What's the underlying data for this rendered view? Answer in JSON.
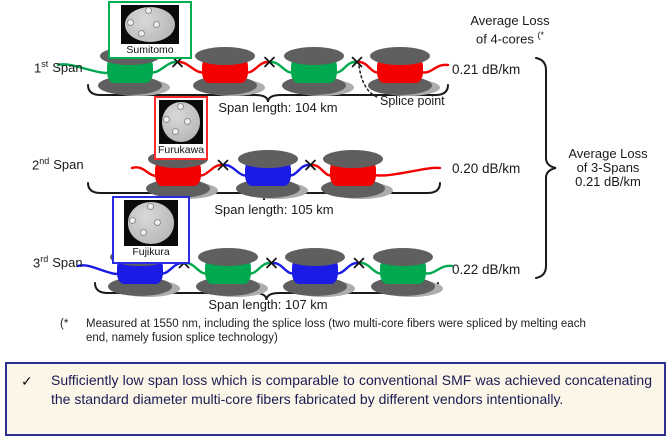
{
  "diagram": {
    "spans": [
      {
        "label_num": "1",
        "label_sup": "st",
        "label_word": "Span",
        "vendor": "Sumitomo",
        "vendor_border": "#00B050",
        "spools": [
          "green",
          "red",
          "green",
          "red"
        ],
        "span_length": "Span length: 104 km",
        "loss": "0.21 dB/km"
      },
      {
        "label_num": "2",
        "label_sup": "nd",
        "label_word": "Span",
        "vendor": "Furukawa",
        "vendor_border": "#FF2A2A",
        "spools": [
          "red",
          "blue",
          "red"
        ],
        "span_length": "Span length: 105 km",
        "loss": "0.20 dB/km"
      },
      {
        "label_num": "3",
        "label_sup": "rd",
        "label_word": "Span",
        "vendor": "Fujikura",
        "vendor_border": "#2A2ADF",
        "spools": [
          "blue",
          "green",
          "blue",
          "green"
        ],
        "span_length": "Span length: 107 km",
        "loss": "0.22 dB/km"
      }
    ],
    "avg4": {
      "line1": "Average Loss",
      "line2": "of 4-cores",
      "sup": "(*"
    },
    "avg3": {
      "line1": "Average Loss",
      "line2": "of 3-Spans",
      "line3": "0.21 dB/km"
    },
    "splice_label": "Splice point",
    "footnote_marker": "(*",
    "footnote": "Measured at 1550 nm, including the splice loss (two multi-core fibers were spliced by melting each end, namely fusion splice technology)"
  },
  "callout": {
    "check": "✓",
    "text": "Sufficiently low span loss which is comparable to conventional SMF was achieved concatenating the standard diameter multi-core fibers fabricated by different vendors intentionally."
  },
  "colors": {
    "green": "#00A84F",
    "red": "#F40000",
    "blue": "#1B1BE6",
    "flange": "#5F5F5F",
    "shadow": "#ADADAD"
  }
}
